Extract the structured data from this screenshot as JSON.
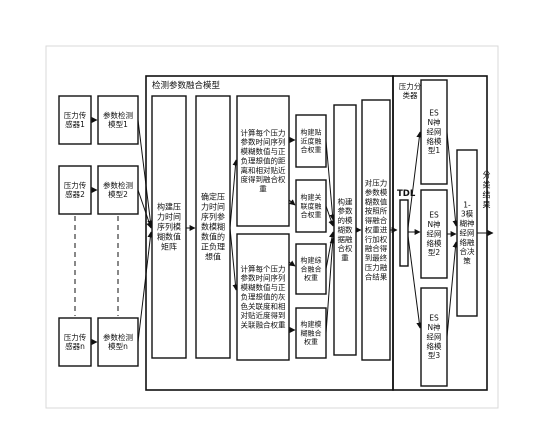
{
  "colors": {
    "line": "#111111",
    "background": "#ffffff",
    "box_fill": "#ffffff"
  },
  "sensors": [
    "压力传感器1",
    "压力传感器2",
    "压力传感器n"
  ],
  "detectors": [
    "参数检测模型1",
    "参数检测模型2",
    "参数检测模型n"
  ],
  "frame_title": "检测参数融合模型",
  "matrix_box": "构建压力时间序列模糊数值矩阵",
  "weight_box": "确定压力时间序列参数模糊数值的正负理想值",
  "method_top": "计算每个压力参数时间序列模糊数值与正负理想值的距离和相对贴近度得到融合权重",
  "method_bottom": "计算每个压力参数时间序列模糊数值与正负理想值的灰色关联度和相对贴近度得到关联融合权重",
  "weight_items": [
    "构建贴近度融合权重",
    "构建关联度融合权重",
    "构建综合融合权重",
    "构建模糊融合权重"
  ],
  "fusion_box": "构建参数的模糊数据融合权重",
  "combine_box": "对压力参数模糊数值按照所得融合权重进行加权融合得到最终压力融合结果",
  "classifier_title": "压力分类器",
  "tdl": "TDL",
  "esn_models": [
    "ESN神经网络模型1",
    "ESN神经网络模型2",
    "ESN神经网络模型3"
  ],
  "vote_box": "1-3模糊神经网络融合决策",
  "output_label": "分类结果"
}
